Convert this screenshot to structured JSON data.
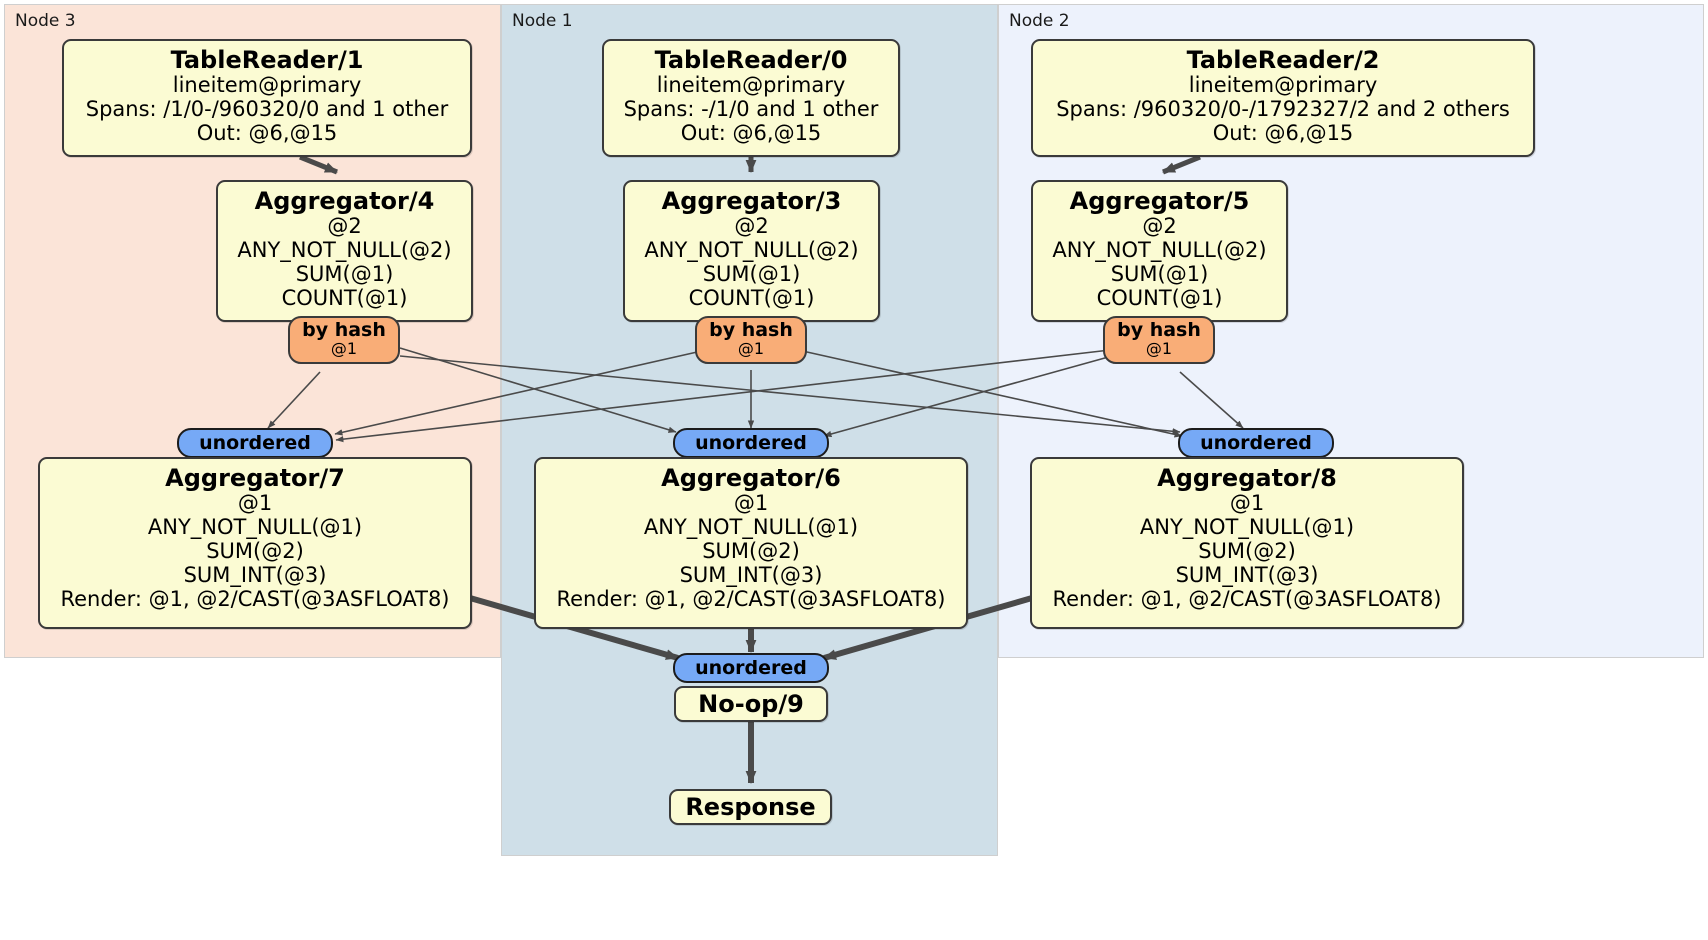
{
  "diagram": {
    "title": "Distributed SQL query execution plan",
    "colors": {
      "node3_bg": "#fbe4d8",
      "node1_bg": "#cfdfe8",
      "node2_bg": "#edf2fc",
      "processor_fill": "#fbfbd3",
      "router_fill": "#f9ad77",
      "sync_fill": "#76a9f6",
      "stroke": "#3a3a3a"
    }
  },
  "nodes": [
    {
      "id": "node3",
      "label": "Node 3"
    },
    {
      "id": "node1",
      "label": "Node 1"
    },
    {
      "id": "node2",
      "label": "Node 2"
    }
  ],
  "processors": {
    "table_reader_1": {
      "title": "TableReader/1",
      "lines": [
        "lineitem@primary",
        "Spans: /1/0-/960320/0 and 1 other",
        "Out: @6,@15"
      ]
    },
    "table_reader_0": {
      "title": "TableReader/0",
      "lines": [
        "lineitem@primary",
        "Spans: -/1/0 and 1 other",
        "Out: @6,@15"
      ]
    },
    "table_reader_2": {
      "title": "TableReader/2",
      "lines": [
        "lineitem@primary",
        "Spans: /960320/0-/1792327/2 and 2 others",
        "Out: @6,@15"
      ]
    },
    "aggregator_4": {
      "title": "Aggregator/4",
      "lines": [
        "@2",
        "ANY_NOT_NULL(@2)",
        "SUM(@1)",
        "COUNT(@1)"
      ]
    },
    "aggregator_3": {
      "title": "Aggregator/3",
      "lines": [
        "@2",
        "ANY_NOT_NULL(@2)",
        "SUM(@1)",
        "COUNT(@1)"
      ]
    },
    "aggregator_5": {
      "title": "Aggregator/5",
      "lines": [
        "@2",
        "ANY_NOT_NULL(@2)",
        "SUM(@1)",
        "COUNT(@1)"
      ]
    },
    "aggregator_7": {
      "title": "Aggregator/7",
      "lines": [
        "@1",
        "ANY_NOT_NULL(@1)",
        "SUM(@2)",
        "SUM_INT(@3)",
        "Render: @1, @2/CAST(@3ASFLOAT8)"
      ]
    },
    "aggregator_6": {
      "title": "Aggregator/6",
      "lines": [
        "@1",
        "ANY_NOT_NULL(@1)",
        "SUM(@2)",
        "SUM_INT(@3)",
        "Render: @1, @2/CAST(@3ASFLOAT8)"
      ]
    },
    "aggregator_8": {
      "title": "Aggregator/8",
      "lines": [
        "@1",
        "ANY_NOT_NULL(@1)",
        "SUM(@2)",
        "SUM_INT(@3)",
        "Render: @1, @2/CAST(@3ASFLOAT8)"
      ]
    },
    "noop_9": {
      "title": "No-op/9",
      "lines": []
    },
    "response": {
      "title": "Response",
      "lines": []
    }
  },
  "routers": {
    "by_hash_4": {
      "title": "by hash",
      "sub": "@1"
    },
    "by_hash_3": {
      "title": "by hash",
      "sub": "@1"
    },
    "by_hash_5": {
      "title": "by hash",
      "sub": "@1"
    }
  },
  "synchronizers": {
    "unordered_7": {
      "label": "unordered"
    },
    "unordered_6": {
      "label": "unordered"
    },
    "unordered_8": {
      "label": "unordered"
    },
    "unordered_9": {
      "label": "unordered"
    }
  }
}
